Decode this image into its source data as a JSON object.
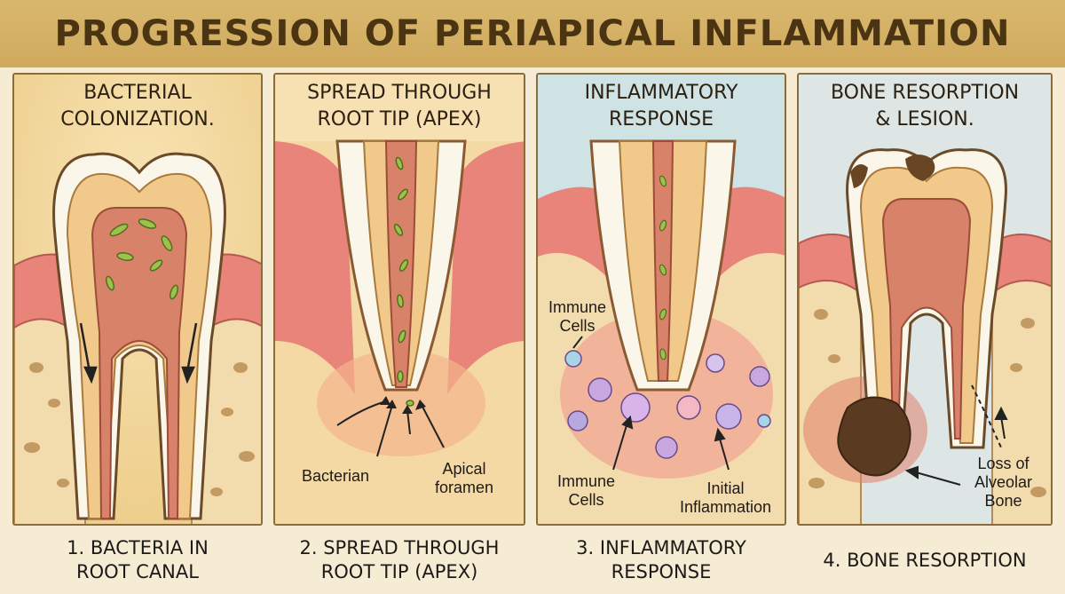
{
  "title": "PROGRESSION OF PERIAPICAL INFLAMMATION",
  "panels": [
    {
      "heading_line1": "BACTERIAL",
      "heading_line2": "COLONIZATION.",
      "caption_line1": "1. BACTERIA IN",
      "caption_line2": "ROOT CANAL",
      "bg": "#f3d79a"
    },
    {
      "heading_line1": "SPREAD THROUGH",
      "heading_line2": "ROOT TIP (APEX)",
      "caption_line1": "2. SPREAD THROUGH",
      "caption_line2": "ROOT TIP (APEX)",
      "bg": "#f7e0b2",
      "labels": {
        "bacteria": "Bacterian",
        "foramen_line1": "Apical",
        "foramen_line2": "foramen"
      }
    },
    {
      "heading_line1": "INFLAMMATORY",
      "heading_line2": "RESPONSE",
      "caption_line1": "3. INFLAMMATORY",
      "caption_line2": "RESPONSE",
      "bg": "#cfe2e4",
      "labels": {
        "immune_top_line1": "Immune",
        "immune_top_line2": "Cells",
        "immune_bottom_line1": "Immune",
        "immune_bottom_line2": "Cells",
        "initial_line1": "Initial",
        "initial_line2": "Inflammation"
      }
    },
    {
      "heading_line1": "BONE RESORPTION",
      "heading_line2": "& LESION.",
      "caption_line1": "4. BONE RESORPTION",
      "caption_line2": "",
      "bg": "#dde6e4",
      "labels": {
        "loss_line1": "Loss of",
        "loss_line2": "Alveolar",
        "loss_line3": "Bone"
      }
    }
  ],
  "colors": {
    "title_band": "#d4b063",
    "gum": "#e8847a",
    "enamel": "#fbf6ea",
    "dentin": "#f1c98a",
    "pulp": "#d9826a",
    "bone": "#f2dcae",
    "lesion": "#5a3a20",
    "bacteria": "#9cc24c"
  }
}
